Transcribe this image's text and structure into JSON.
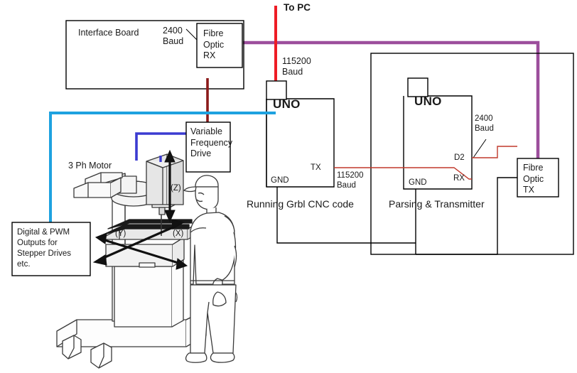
{
  "diagram": {
    "title": "Grbl CNC control and fibre-optic telemetry block diagram",
    "colors": {
      "wire_usb_red": "#ee1c25",
      "wire_fibre_purple": "#9c4e9c",
      "wire_serial_crimson": "#c0392b",
      "wire_vfd_darkred": "#8b1a1a",
      "wire_io_cyan": "#1ea2e0",
      "wire_motor_blue": "#3b3bd1",
      "outline_black": "#000000"
    },
    "labels": {
      "to_pc": "To PC",
      "interface_board": "Interface Board",
      "baud_2400_top": "2400\nBaud",
      "fibre_optic_rx": "Fibre\nOptic\nRX",
      "baud_115200_usb": "115200\nBaud",
      "uno_left": "UNO",
      "uno_right": "UNO",
      "tx": "TX",
      "gnd_left": "GND",
      "gnd_right": "GND",
      "baud_115200_serial": "115200\nBaud",
      "running_grbl": "Running Grbl CNC code",
      "parsing_transmitter": "Parsing & Transmitter",
      "d2": "D2",
      "rx": "RX",
      "baud_2400_right": "2400\nBaud",
      "fibre_optic_tx": "Fibre\nOptic\nTX",
      "variable_frequency_drive": "Variable\nFrequency\nDrive",
      "digital_pwm_outputs": "Digital & PWM\nOutputs for\nStepper Drives\netc.",
      "three_ph_motor": "3 Ph Motor",
      "axis_z": "(Z)",
      "axis_y": "(Y)",
      "axis_x": "(X)"
    }
  }
}
